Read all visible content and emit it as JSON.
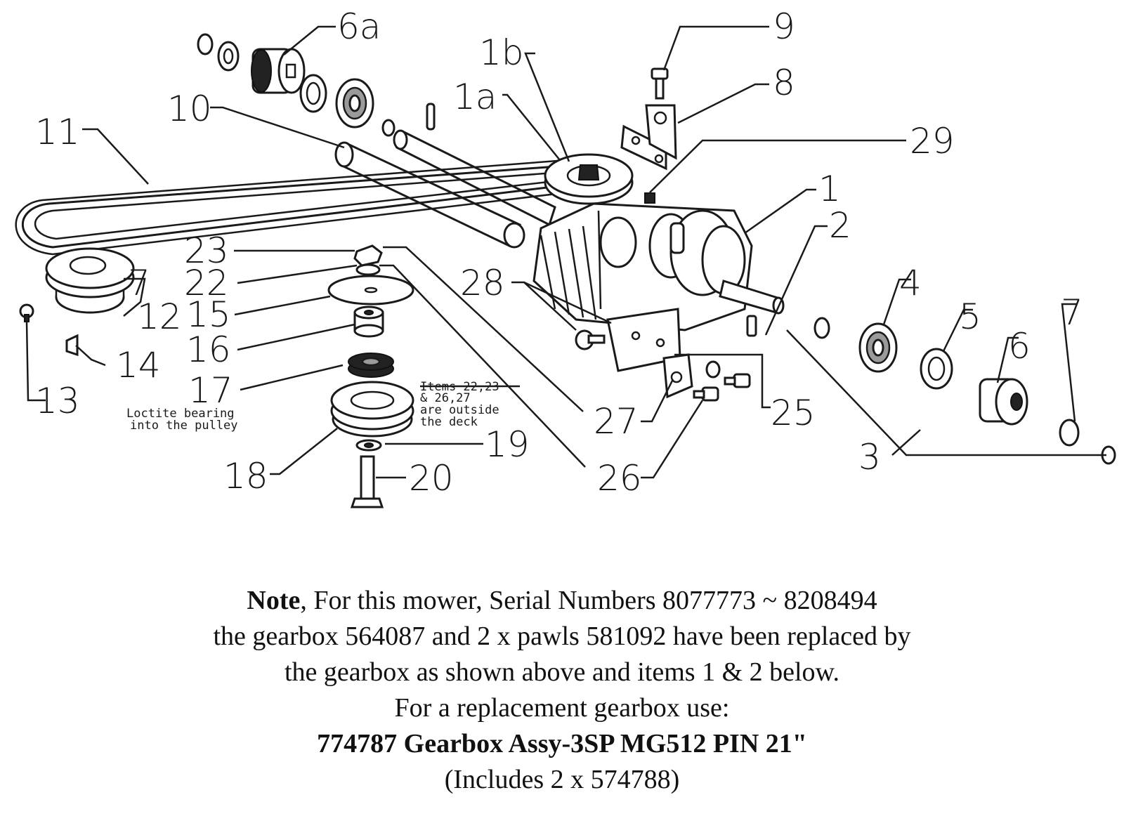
{
  "callouts": {
    "c6a": "6a",
    "c1b": "1b",
    "c1a": "1a",
    "c9": "9",
    "c8": "8",
    "c29": "29",
    "c11": "11",
    "c10": "10",
    "c1": "1",
    "c2": "2",
    "c23": "23",
    "c22": "22",
    "c7a": "7",
    "c12": "12",
    "c15": "15",
    "c28": "28",
    "c4": "4",
    "c5": "5",
    "c7b": "7",
    "c6": "6",
    "c16": "16",
    "c14": "14",
    "c13": "13",
    "c17": "17",
    "c27": "27",
    "c25": "25",
    "c19": "19",
    "c18": "18",
    "c20": "20",
    "c26": "26",
    "c3": "3"
  },
  "annotations": {
    "loctite_1": "Loctite bearing",
    "loctite_2": "into the pulley",
    "items_1": "Items 22,23",
    "items_2": "& 26,27",
    "items_3": "are outside",
    "items_4": "the deck"
  },
  "note": {
    "line1_bold": "Note",
    "line1_rest": ", For this mower, Serial Numbers 8077773 ~ 8208494",
    "line2": "the gearbox 564087 and 2 x pawls 581092 have been replaced by",
    "line3": "the gearbox as shown above and items 1 & 2 below.",
    "line4": "For a replacement gearbox use:",
    "line5": "774787 Gearbox Assy-3SP MG512 PIN 21\"",
    "line6": "(Includes 2 x 574788)"
  }
}
